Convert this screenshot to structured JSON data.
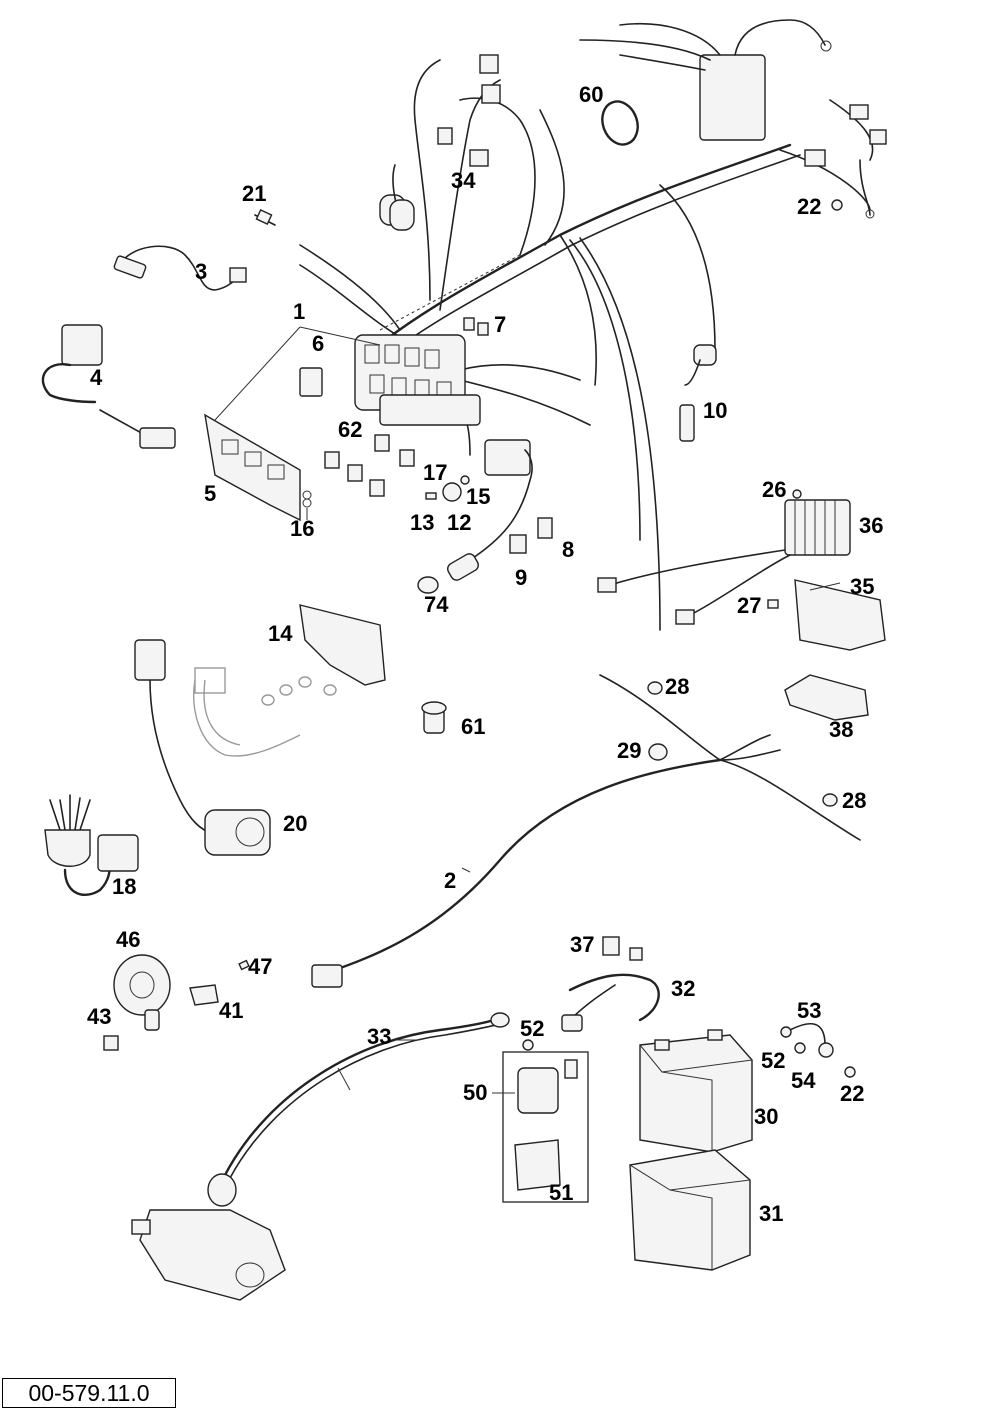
{
  "document_code": "00-579.11.0",
  "callouts": {
    "c1": "1",
    "c2": "2",
    "c3": "3",
    "c4": "4",
    "c5": "5",
    "c6": "6",
    "c7": "7",
    "c8": "8",
    "c9": "9",
    "c10": "10",
    "c12": "12",
    "c13": "13",
    "c14": "14",
    "c15": "15",
    "c16": "16",
    "c17": "17",
    "c18": "18",
    "c20": "20",
    "c21": "21",
    "c22a": "22",
    "c22b": "22",
    "c26": "26",
    "c27": "27",
    "c28a": "28",
    "c28b": "28",
    "c29": "29",
    "c30": "30",
    "c31": "31",
    "c32": "32",
    "c33": "33",
    "c34": "34",
    "c35": "35",
    "c36": "36",
    "c37": "37",
    "c38": "38",
    "c41": "41",
    "c43": "43",
    "c46": "46",
    "c47": "47",
    "c50": "50",
    "c51": "51",
    "c52a": "52",
    "c52b": "52",
    "c53": "53",
    "c54": "54",
    "c60": "60",
    "c61": "61",
    "c62": "62",
    "c74": "74"
  }
}
